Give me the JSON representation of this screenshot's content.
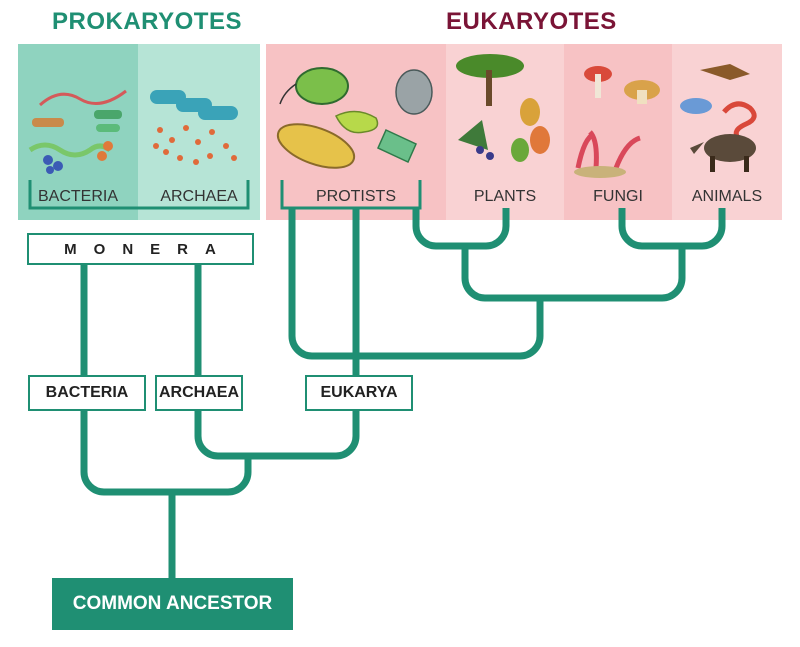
{
  "titles": {
    "prokaryotes": "PROKARYOTES",
    "eukaryotes": "EUKARYOTES"
  },
  "panels": {
    "bacteria": "BACTERIA",
    "archaea": "ARCHAEA",
    "protists": "PROTISTS",
    "plants": "PLANTS",
    "fungi": "FUNGI",
    "animals": "ANIMALS"
  },
  "boxes": {
    "monera": "MONERA",
    "bacteria": "BACTERIA",
    "archaea": "ARCHAEA",
    "eukarya": "EUKARYA",
    "common_ancestor": "COMMON ANCESTOR"
  },
  "colors": {
    "tree_green": "#1f8f73",
    "bacteria_panel": "#8fd3bf",
    "archaea_panel": "#b6e4d6",
    "protists_panel": "#f7c2c4",
    "plants_panel": "#f9d2d3",
    "fungi_panel": "#f7c2c4",
    "animals_panel": "#f9d2d3",
    "prokaryotes_title": "#1f8f73",
    "eukaryotes_title": "#7a1436"
  }
}
